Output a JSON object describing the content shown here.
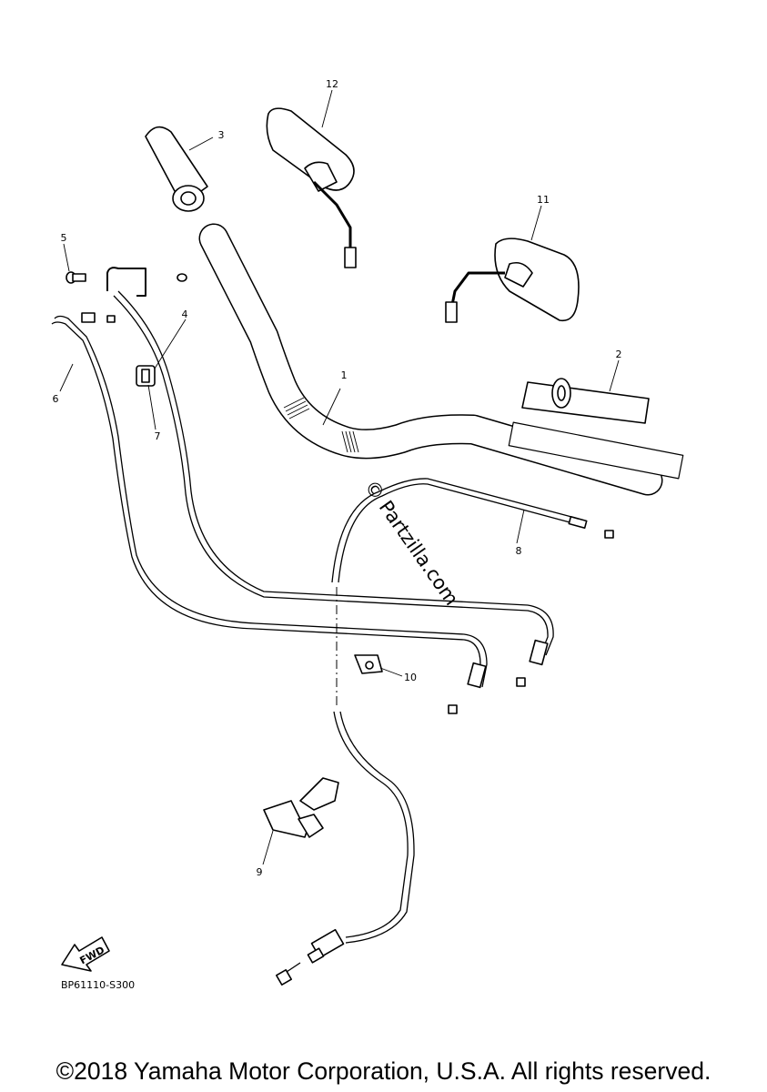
{
  "diagram": {
    "callouts": [
      {
        "id": "1",
        "label": "1"
      },
      {
        "id": "2",
        "label": "2"
      },
      {
        "id": "3",
        "label": "3"
      },
      {
        "id": "4",
        "label": "4"
      },
      {
        "id": "5",
        "label": "5"
      },
      {
        "id": "6",
        "label": "6"
      },
      {
        "id": "7",
        "label": "7"
      },
      {
        "id": "8",
        "label": "8"
      },
      {
        "id": "9",
        "label": "9"
      },
      {
        "id": "10",
        "label": "10"
      },
      {
        "id": "11",
        "label": "11"
      },
      {
        "id": "12",
        "label": "12"
      }
    ],
    "fwd_label": "FWD",
    "diagram_code": "BP61110-S300",
    "watermark": "© Partzilla.com"
  },
  "footer": {
    "copyright": "©2018 Yamaha Motor Corporation, U.S.A. All rights reserved."
  }
}
